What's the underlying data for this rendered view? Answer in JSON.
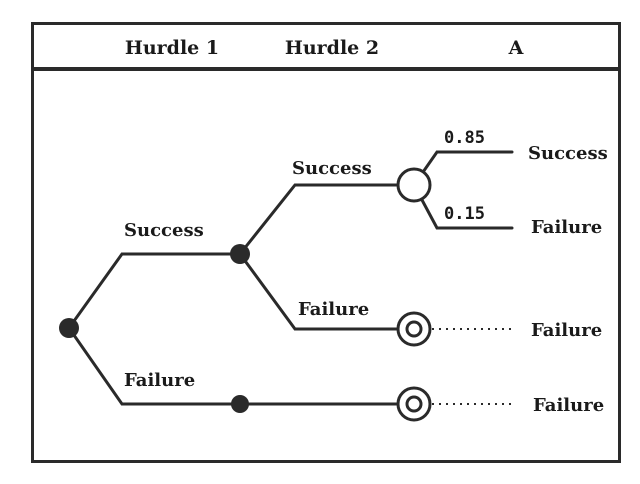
{
  "header": {
    "col1": "Hurdle 1",
    "col2": "Hurdle 2",
    "col3": "A"
  },
  "tree": {
    "h1_success": "Success",
    "h1_failure": "Failure",
    "h2_success": "Success",
    "h2_failure": "Failure",
    "prob_success": "0.85",
    "prob_failure": "0.15",
    "out_success": "Success",
    "out_failure_a": "Failure",
    "out_failure_h2": "Failure",
    "out_failure_h1": "Failure"
  }
}
